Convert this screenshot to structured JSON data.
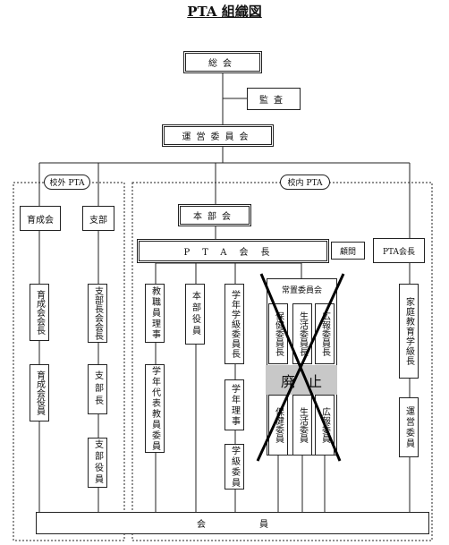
{
  "title": "PTA 組織図",
  "boxes": {
    "soukai": "総会",
    "kansa": "監査",
    "unei": "運営委員会",
    "ikuseikai": "育成会",
    "shibu": "支部",
    "honbukai": "本部会",
    "pta_kaicho": "PTA会長",
    "komon": "顧問",
    "pta_kaicho2": "PTA会長",
    "ikusei_kaicho": "育成会会長",
    "ikusei_yakuin": "育成会役員",
    "shibucho_kaicho": "支部長会会長",
    "shibucho": "支部長",
    "shibu_yakuin": "支部役員",
    "kyoshoku": "教職員理事",
    "honbu_yakuin": "本部役員",
    "gakunen_iincho": "学年学級委員長",
    "gakunen_riji": "学年理事",
    "gakkyu_iin": "学級委員",
    "gakunen_daihyo": "学年代表教員委員",
    "jochi_iinkai": "常置委員会",
    "hoken_iincho": "保健委員長",
    "seikatsu_iincho": "生活委員長",
    "koho_iincho": "広報委員長",
    "hoken_iin": "保健委員",
    "seikatsu_iin": "生活委員",
    "koho_iin": "広報委員",
    "katei_kyoiku": "家庭教育学級長",
    "unei_iin": "運営委員",
    "kaiin": "会員"
  },
  "labels": {
    "kogai": "校外 PTA",
    "konai": "校内 PTA",
    "haishi": "廃止"
  }
}
